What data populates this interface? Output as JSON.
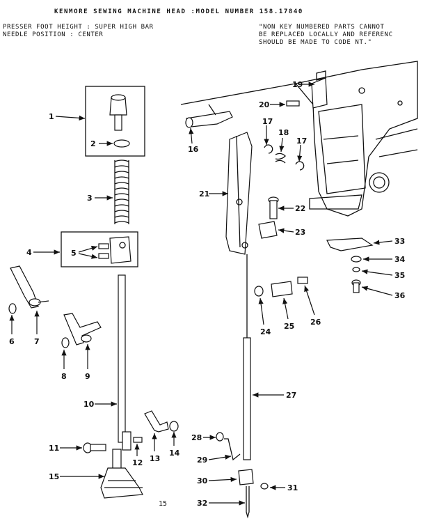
{
  "header": {
    "title": "KENMORE SEWING MACHINE HEAD :MODEL NUMBER 158.17840",
    "line1": "PRESSER FOOT HEIGHT : SUPER HIGH BAR",
    "line2": "NEEDLE POSITION : CENTER",
    "note_line1": "\"NON KEY NUMBERED PARTS CANNOT",
    "note_line2": "BE REPLACED LOCALLY AND REFERENC",
    "note_line3": "SHOULD BE MADE TO CODE NT.\""
  },
  "page_number": "15",
  "callouts": {
    "c1": "1",
    "c2": "2",
    "c3": "3",
    "c4": "4",
    "c5": "5",
    "c6": "6",
    "c7": "7",
    "c8": "8",
    "c9": "9",
    "c10": "10",
    "c11": "11",
    "c12": "12",
    "c13": "13",
    "c14": "14",
    "c15": "15",
    "c16": "16",
    "c17a": "17",
    "c17b": "17",
    "c18": "18",
    "c19": "19",
    "c20": "20",
    "c21": "21",
    "c22": "22",
    "c23": "23",
    "c24": "24",
    "c25": "25",
    "c26": "26",
    "c27": "27",
    "c28": "28",
    "c29": "29",
    "c30": "30",
    "c31": "31",
    "c32": "32",
    "c33": "33",
    "c34": "34",
    "c35": "35",
    "c36": "36"
  }
}
